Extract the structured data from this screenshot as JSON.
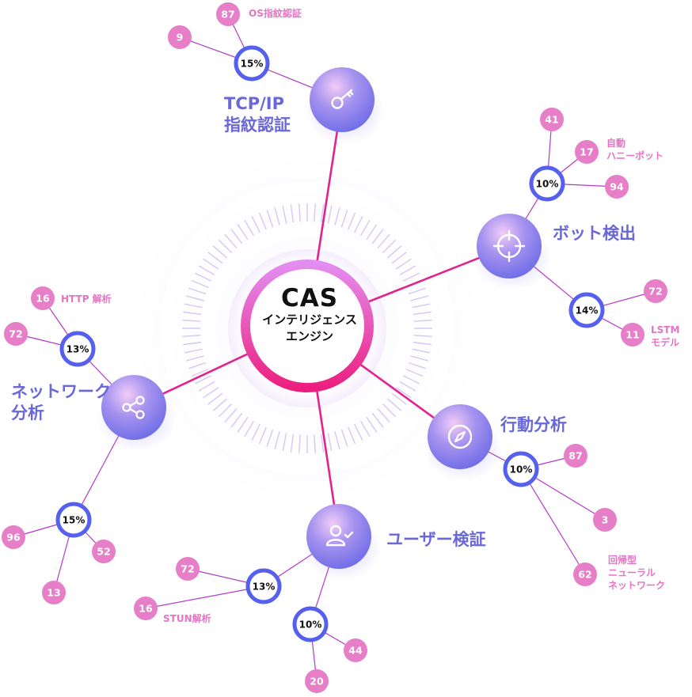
{
  "center": {
    "title": "CAS",
    "subtitle_line1": "インテリジェンス",
    "subtitle_line2": "エンジン"
  },
  "hubs": [
    {
      "label": "TCP/IP\n指紋認証",
      "icon": "key-icon",
      "hub_percent": "15%",
      "leaves": [
        "87",
        "9"
      ],
      "note": "OS指紋認証"
    },
    {
      "label": "ボット検出",
      "icon": "crosshair-icon",
      "hub_percent": "10%",
      "leaves": [
        "41",
        "17",
        "94"
      ],
      "note": "自動\nハニーポット",
      "hub2_percent": "14%",
      "leaves2": [
        "72",
        "11"
      ],
      "note2": "LSTM\nモデル"
    },
    {
      "label": "行動分析",
      "icon": "compass-icon",
      "hub_percent": "10%",
      "leaves": [
        "87",
        "3",
        "62"
      ],
      "note": "回帰型\nニューラル\nネットワーク"
    },
    {
      "label": "ユーザー検証",
      "icon": "user-check-icon",
      "hub_percent": "13%",
      "leaves": [
        "72",
        "16"
      ],
      "note": "STUN解析",
      "hub2_percent": "10%",
      "leaves2": [
        "44",
        "20"
      ]
    },
    {
      "label": "ネットワーク\n分析",
      "icon": "share-icon",
      "hub_percent": "13%",
      "leaves": [
        "16",
        "72"
      ],
      "note": "HTTP 解析",
      "hub2_percent": "15%",
      "leaves2": [
        "96",
        "52",
        "13"
      ]
    }
  ],
  "colors": {
    "purple": "#6a68d8",
    "magenta": "#e0238e",
    "pink_leaf": "#e67ec8",
    "ring": "#5560ee",
    "line": "#b13bc8"
  }
}
